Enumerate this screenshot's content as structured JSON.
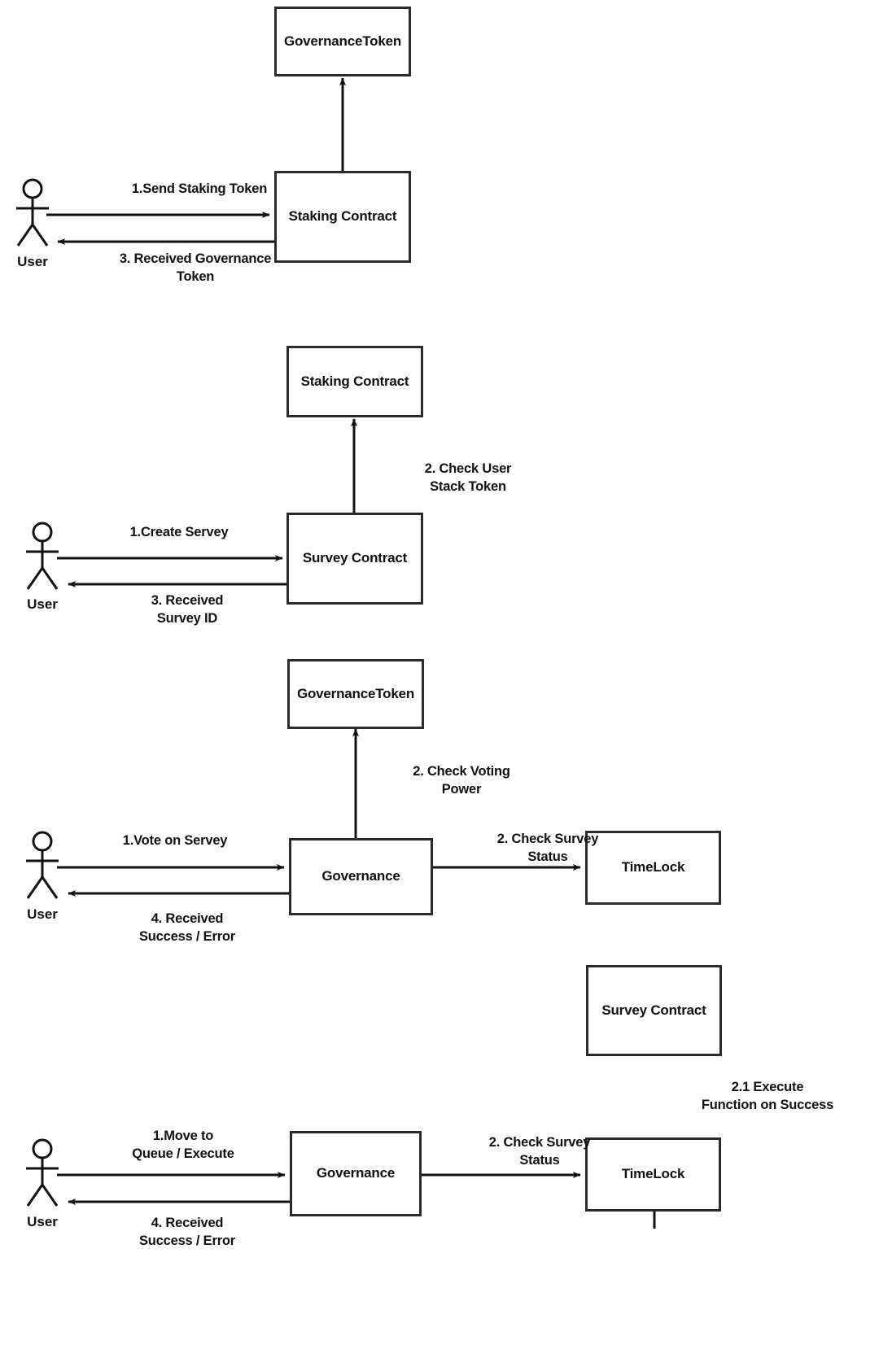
{
  "diagram": {
    "title_present": false,
    "background_color": "#ffffff",
    "stroke_color": "#2b2b2b",
    "text_color": "#111111",
    "actor_label": "User",
    "sections": [
      {
        "id": "staking-flow",
        "boxes": [
          {
            "id": "s1-governance-token",
            "label": "GovernanceToken"
          },
          {
            "id": "s1-staking-contract",
            "label": "Staking Contract"
          }
        ],
        "edges": [
          {
            "id": "s1-e1",
            "label": "1.Send Staking Token"
          },
          {
            "id": "s1-e2",
            "label": "3. Received Governance\nToken"
          }
        ]
      },
      {
        "id": "create-survey-flow",
        "boxes": [
          {
            "id": "s2-staking-contract",
            "label": "Staking Contract"
          },
          {
            "id": "s2-survey-contract",
            "label": "Survey Contract"
          }
        ],
        "edges": [
          {
            "id": "s2-e1",
            "label": "2. Check User\nStack Token"
          },
          {
            "id": "s2-e2",
            "label": "1.Create Servey"
          },
          {
            "id": "s2-e3",
            "label": "3. Received\nSurvey ID"
          }
        ]
      },
      {
        "id": "vote-flow",
        "boxes": [
          {
            "id": "s3-governance-token",
            "label": "GovernanceToken"
          },
          {
            "id": "s3-governance",
            "label": "Governance"
          },
          {
            "id": "s3-timelock",
            "label": "TimeLock"
          }
        ],
        "edges": [
          {
            "id": "s3-e1",
            "label": "2. Check Voting\nPower"
          },
          {
            "id": "s3-e2",
            "label": "1.Vote on Servey"
          },
          {
            "id": "s3-e3",
            "label": "2. Check Survey\nStatus"
          },
          {
            "id": "s3-e4",
            "label": "4. Received\nSuccess / Error"
          }
        ]
      },
      {
        "id": "queue-execute-flow",
        "boxes": [
          {
            "id": "s4-survey-contract",
            "label": "Survey Contract"
          },
          {
            "id": "s4-governance",
            "label": "Governance"
          },
          {
            "id": "s4-timelock",
            "label": "TimeLock"
          }
        ],
        "edges": [
          {
            "id": "s4-e1",
            "label": "2.1 Execute\nFunction on Success"
          },
          {
            "id": "s4-e2",
            "label": "1.Move to\nQueue / Execute"
          },
          {
            "id": "s4-e3",
            "label": "2. Check Survey\nStatus"
          },
          {
            "id": "s4-e4",
            "label": "4. Received\nSuccess / Error"
          }
        ]
      }
    ],
    "actors": [
      {
        "id": "actor-1",
        "label": "User"
      },
      {
        "id": "actor-2",
        "label": "User"
      },
      {
        "id": "actor-3",
        "label": "User"
      },
      {
        "id": "actor-4",
        "label": "User"
      }
    ]
  }
}
